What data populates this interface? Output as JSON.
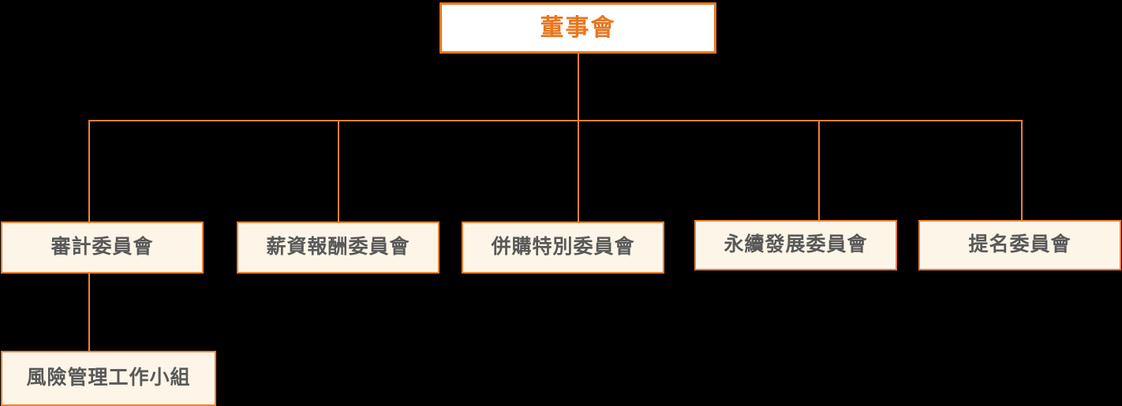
{
  "chart": {
    "type": "org-chart",
    "title": "",
    "colors": {
      "background": "#000000",
      "line": "#ef8033",
      "root_border": "#e8761e",
      "root_fill": "#ffffff",
      "root_text": "#e8761e",
      "node_border": "#ef8033",
      "node_fill": "#fdf6e8",
      "node_text": "#595959"
    },
    "root": {
      "label": "董事會"
    },
    "committees": [
      {
        "label": "審計委員會"
      },
      {
        "label": "薪資報酬委員會"
      },
      {
        "label": "併購特別委員會"
      },
      {
        "label": "永續發展委員會"
      },
      {
        "label": "提名委員會"
      }
    ],
    "subgroups": [
      {
        "label": "風險管理工作小組",
        "parent": "審計委員會"
      }
    ]
  }
}
